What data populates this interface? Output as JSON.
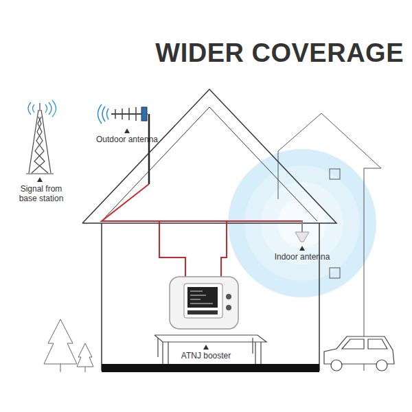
{
  "diagram": {
    "title": "WIDER COVERAGE",
    "labels": [
      "Signal from base station",
      "Outdoor antenna",
      "Indoor antenna",
      "ATNJ booster"
    ]
  }
}
